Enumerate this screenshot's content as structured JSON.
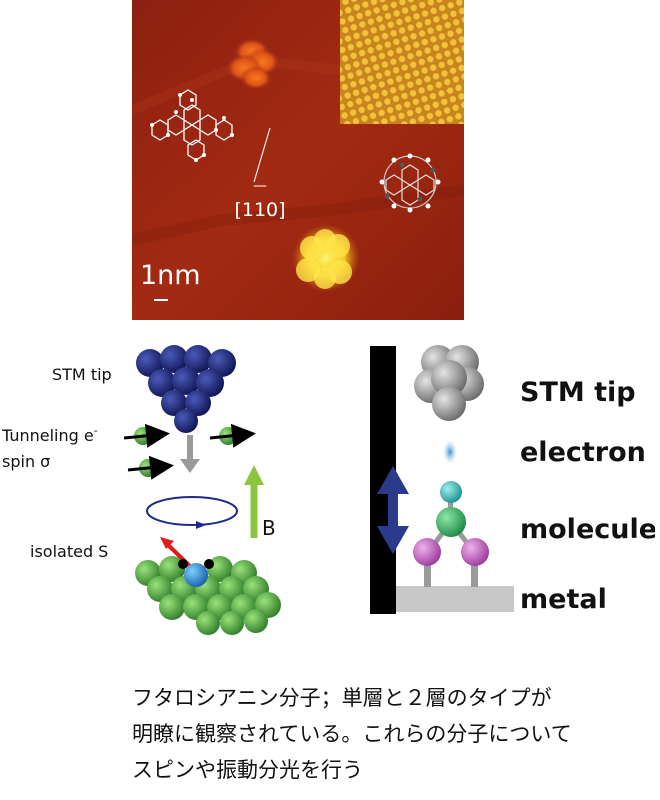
{
  "stm_image": {
    "direction_label": "[110]",
    "direction_overline": "—",
    "scale_label": "1nm"
  },
  "left_schematic": {
    "tip_label": "STM tip",
    "tunneling_label": "Tunneling e",
    "tunneling_sup": "-",
    "spin_label": "spin  σ",
    "field_label": "B",
    "isolated_label": "isolated  S"
  },
  "right_schematic": {
    "tip_label": "STM tip",
    "electron_label": "electron",
    "molecule_label": "molecule",
    "metal_label": "metal"
  },
  "caption": {
    "line1": "フタロシアニン分子；単層と２層のタイプが",
    "line2": "明瞭に観察されている。これらの分子について",
    "line3": "スピンや振動分光を行う"
  },
  "colors": {
    "stm_background": "#9a2410",
    "inset_yellow": "#d9a22b",
    "tip_left": "#1d2a78",
    "substrate_green": "#3fa63a",
    "tip_right": "#8a8a8a",
    "molecule_teal": "#2ba6a6",
    "molecule_green": "#2aa05a",
    "molecule_purple": "#b55ab5",
    "field_arrow": "#8cc63f",
    "double_arrow": "#2c3a8c"
  }
}
